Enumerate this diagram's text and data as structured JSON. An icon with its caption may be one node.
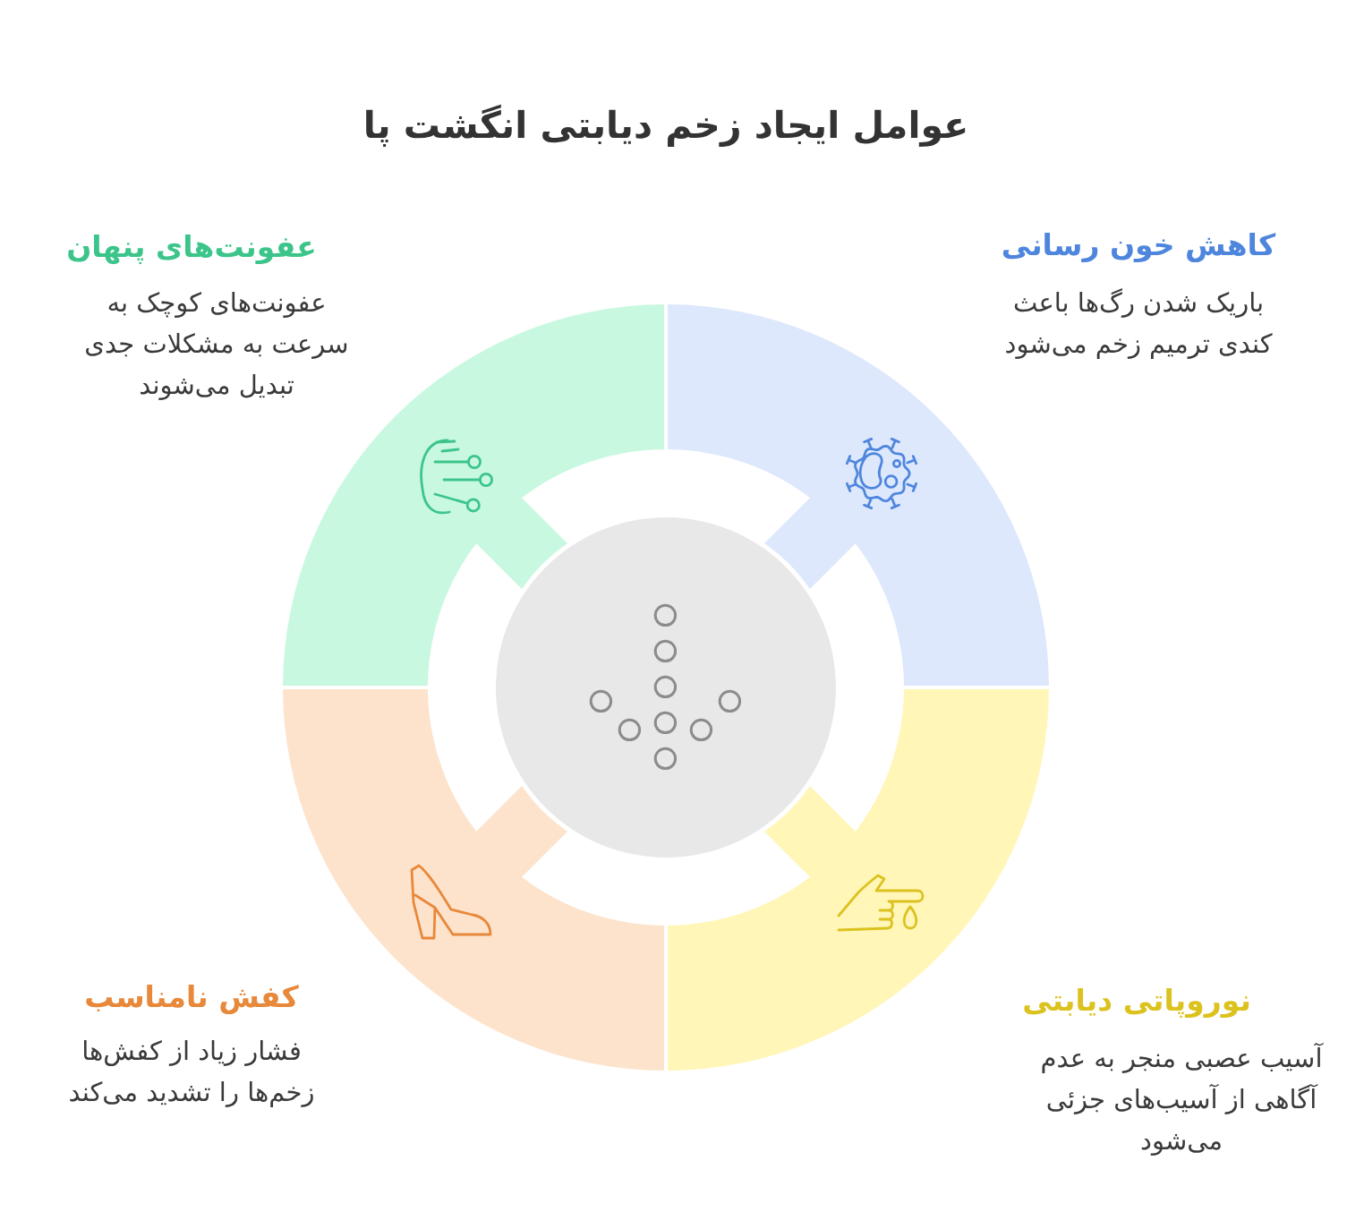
{
  "diagram": {
    "title": "عوامل ایجاد زخم دیابتی انگشت پا",
    "nodes": [
      {
        "text": [
          "کاهش خون رسانی",
          "باریک شدن رگ‌ها باعث کندی ترمیم زخم می‌شود"
        ]
      },
      {
        "text": [
          "عفونت‌های پنهان",
          "عفونت‌های کوچک به سرعت به مشکلات جدی تبدیل می‌شوند"
        ]
      },
      {
        "text": [
          "نوروپاتی دیابتی",
          "آسیب عصبی منجر به عدم آگاهی از آسیب‌های جزئی می‌شود"
        ]
      },
      {
        "text": [
          "کفش نامناسب",
          "فشار زیاد از کفش‌ها زخم‌ها را تشدید می‌کند"
        ]
      }
    ]
  }
}
